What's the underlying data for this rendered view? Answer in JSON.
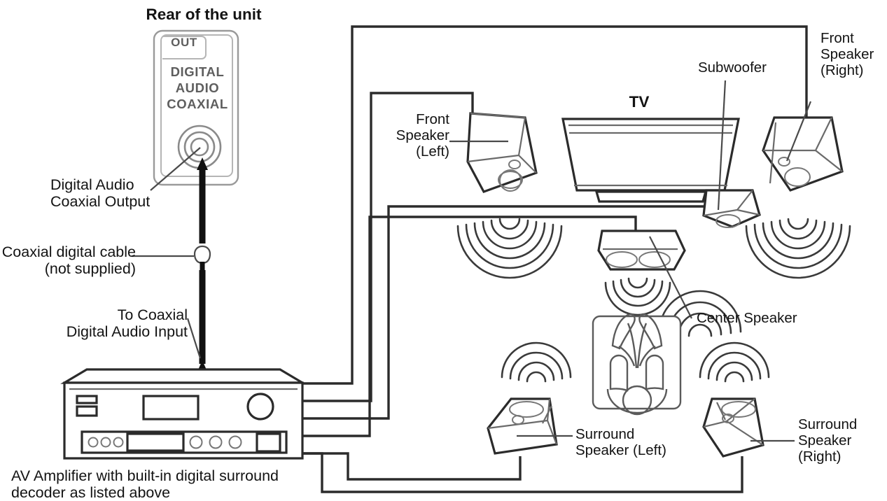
{
  "title": "AV surround system hookup diagram",
  "headings": {
    "rear_of_unit": "Rear of the unit",
    "tv": "TV"
  },
  "rear_panel": {
    "out_tab": "OUT",
    "line1": "DIGITAL",
    "line2": "AUDIO",
    "line3": "COAXIAL"
  },
  "labels": {
    "digital_audio_coaxial_output": "Digital Audio\nCoaxial Output",
    "coaxial_digital_cable": "Coaxial digital cable\n(not supplied)",
    "to_coaxial_digital_audio_input": "To Coaxial\nDigital Audio Input",
    "av_amplifier_caption": "AV Amplifier with built-in digital surround\ndecoder as listed above",
    "front_speaker_left": "Front\nSpeaker\n(Left)",
    "front_speaker_right": "Front\nSpeaker\n(Right)",
    "subwoofer": "Subwoofer",
    "center_speaker": "Center Speaker",
    "surround_speaker_left": "Surround\nSpeaker (Left)",
    "surround_speaker_right": "Surround\nSpeaker\n(Right)"
  },
  "colors": {
    "ink": "#2b2b2b",
    "ink_dark": "#141414",
    "ink_light": "#6b6b6b",
    "panel_text": "#5e5e5e",
    "background": "#ffffff"
  },
  "components": [
    {
      "name": "rear-panel-jack",
      "type": "rca-coaxial-output"
    },
    {
      "name": "coaxial-cable",
      "type": "cable"
    },
    {
      "name": "av-amplifier",
      "type": "amplifier"
    },
    {
      "name": "front-speaker-left",
      "type": "speaker"
    },
    {
      "name": "front-speaker-right",
      "type": "speaker"
    },
    {
      "name": "center-speaker",
      "type": "speaker"
    },
    {
      "name": "subwoofer",
      "type": "speaker"
    },
    {
      "name": "surround-speaker-left",
      "type": "speaker"
    },
    {
      "name": "surround-speaker-right",
      "type": "speaker"
    },
    {
      "name": "television",
      "type": "display"
    },
    {
      "name": "listener",
      "type": "person-in-chair"
    }
  ]
}
